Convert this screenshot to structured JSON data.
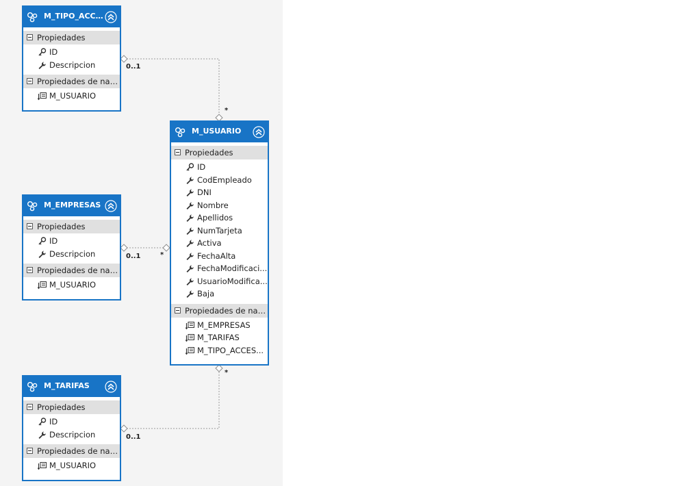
{
  "entities": {
    "tipo_acceso": {
      "title": "M_TIPO_ACCE...",
      "sections": {
        "props_label": "Propiedades",
        "props": [
          {
            "name": "ID",
            "icon": "key-icon"
          },
          {
            "name": "Descripcion",
            "icon": "wrench-icon"
          }
        ],
        "nav_label": "Propiedades  de  nav...",
        "nav": [
          {
            "name": "M_USUARIO",
            "icon": "navigation-property-icon"
          }
        ]
      }
    },
    "empresas": {
      "title": "M_EMPRESAS",
      "sections": {
        "props_label": "Propiedades",
        "props": [
          {
            "name": "ID",
            "icon": "key-icon"
          },
          {
            "name": "Descripcion",
            "icon": "wrench-icon"
          }
        ],
        "nav_label": "Propiedades  de  nav...",
        "nav": [
          {
            "name": "M_USUARIO",
            "icon": "navigation-property-icon"
          }
        ]
      }
    },
    "tarifas": {
      "title": "M_TARIFAS",
      "sections": {
        "props_label": "Propiedades",
        "props": [
          {
            "name": "ID",
            "icon": "key-icon"
          },
          {
            "name": "Descripcion",
            "icon": "wrench-icon"
          }
        ],
        "nav_label": "Propiedades  de  nav...",
        "nav": [
          {
            "name": "M_USUARIO",
            "icon": "navigation-property-icon"
          }
        ]
      }
    },
    "usuario": {
      "title": "M_USUARIO",
      "sections": {
        "props_label": "Propiedades",
        "props": [
          {
            "name": "ID",
            "icon": "key-icon"
          },
          {
            "name": "CodEmpleado",
            "icon": "wrench-icon"
          },
          {
            "name": "DNI",
            "icon": "wrench-icon"
          },
          {
            "name": "Nombre",
            "icon": "wrench-icon"
          },
          {
            "name": "Apellidos",
            "icon": "wrench-icon"
          },
          {
            "name": "NumTarjeta",
            "icon": "wrench-icon"
          },
          {
            "name": "Activa",
            "icon": "wrench-icon"
          },
          {
            "name": "FechaAlta",
            "icon": "wrench-icon"
          },
          {
            "name": "FechaModificaci...",
            "icon": "wrench-icon"
          },
          {
            "name": "UsuarioModifica...",
            "icon": "wrench-icon"
          },
          {
            "name": "Baja",
            "icon": "wrench-icon"
          }
        ],
        "nav_label": "Propiedades  de  nav...",
        "nav": [
          {
            "name": "M_EMPRESAS",
            "icon": "navigation-property-icon"
          },
          {
            "name": "M_TARIFAS",
            "icon": "navigation-property-icon"
          },
          {
            "name": "M_TIPO_ACCES...",
            "icon": "navigation-property-icon"
          }
        ]
      }
    }
  },
  "associations": [
    {
      "from": "M_TIPO_ACCESO",
      "to": "M_USUARIO",
      "from_mult": "0..1",
      "to_mult": "*"
    },
    {
      "from": "M_EMPRESAS",
      "to": "M_USUARIO",
      "from_mult": "0..1",
      "to_mult": "*"
    },
    {
      "from": "M_TARIFAS",
      "to": "M_USUARIO",
      "from_mult": "0..1",
      "to_mult": "*"
    }
  ],
  "colors": {
    "entity_header": "#1874c6",
    "section_header": "#e0e0e0",
    "canvas": "#f4f4f4",
    "connector": "#9a9a9a"
  }
}
